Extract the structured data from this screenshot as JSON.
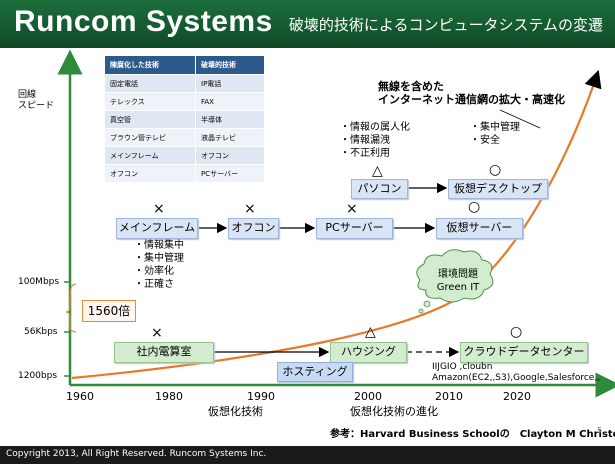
{
  "header": {
    "brand": "Runcom Systems",
    "subtitle": "破壊的技術によるコンピュータシステムの変遷"
  },
  "colors": {
    "header_green": "#1d6e3c",
    "table_header_blue": "#2c5a8a",
    "node_blue": "#d9e4f5",
    "node_green": "#d3eccf",
    "curve_orange": "#e8782a",
    "axis_green": "#2f8a3c"
  },
  "table": {
    "headers": [
      "陳腐化した技術",
      "破壊的技術"
    ],
    "rows": [
      [
        "固定電話",
        "IP電話"
      ],
      [
        "テレックス",
        "FAX"
      ],
      [
        "真空管",
        "半導体"
      ],
      [
        "ブラウン管テレビ",
        "液晶テレビ"
      ],
      [
        "メインフレーム",
        "オフコン"
      ],
      [
        "オフコン",
        "PCサーバー"
      ]
    ]
  },
  "y_axis": {
    "title_line1": "回線",
    "title_line2": "スピード",
    "labels": [
      "100Mbps",
      "56Kbps",
      "1200bps"
    ]
  },
  "x_axis": {
    "years": [
      "1960",
      "1980",
      "1990",
      "2000",
      "2010",
      "2020"
    ],
    "label_left": "仮想化技術",
    "label_right": "仮想化技術の進化"
  },
  "ratio_label": "1560倍",
  "curve_annotation": {
    "line1": "無線を含めた",
    "line2": "インターネット通信網の拡大・高速化"
  },
  "nodes": {
    "mainframe": "メインフレーム",
    "office_computer": "オフコン",
    "pc_server": "PCサーバー",
    "virtual_server": "仮想サーバー",
    "pc": "パソコン",
    "virtual_desktop": "仮想デスクトップ",
    "in_house_computer_room": "社内電算室",
    "housing": "ハウジング",
    "cloud_datacenter": "クラウドデータセンター",
    "hosting": "ホスティング"
  },
  "marks": {
    "cross": "×",
    "triangle": "△",
    "circle": "○"
  },
  "mainframe_bullets": [
    "情報集中",
    "集中管理",
    "効率化",
    "正確さ"
  ],
  "pc_bullets": [
    "情報の属人化",
    "情報漏洩",
    "不正利用"
  ],
  "desktop_bullets": [
    "集中管理",
    "安全"
  ],
  "cloud_issue": {
    "line1": "環境問題",
    "line2": "Green IT"
  },
  "cloud_providers": {
    "line1": "IIJGIO ,cloubn",
    "line2": "Amazon(EC2,,S3),Google,Salesforce,,"
  },
  "reference": "参考：Harvard Business Schoolの　Clayton M Christensen",
  "page_number": "5",
  "footer": "Copyright 2013, All Right Reserved.  Runcom Systems Inc."
}
